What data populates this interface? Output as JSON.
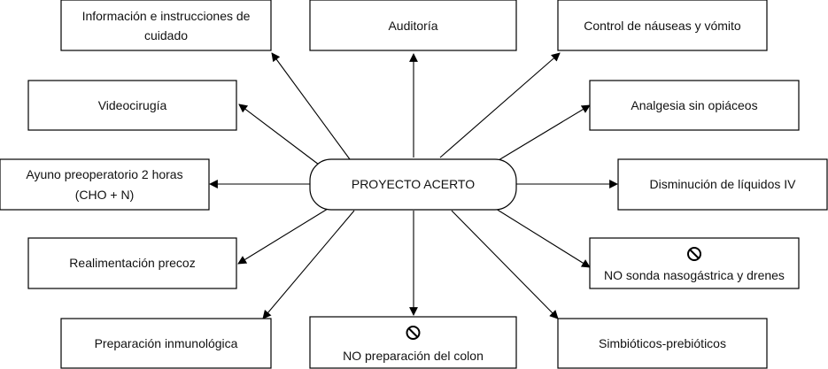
{
  "center": {
    "label": "PROYECTO ACERTO"
  },
  "nodes": {
    "info_care": {
      "line1": "Información e instrucciones de",
      "line2": "cuidado"
    },
    "audit": {
      "label": "Auditoría"
    },
    "nausea": {
      "label": "Control de náuseas y vómito"
    },
    "video_surgery": {
      "label": "Videocirugía"
    },
    "analgesia": {
      "label": "Analgesia sin opiáceos"
    },
    "fasting": {
      "line1": "Ayuno preoperatorio 2 horas",
      "line2": "(CHO + N)"
    },
    "iv_fluids": {
      "label": "Disminución de líquidos IV"
    },
    "early_feeding": {
      "label": "Realimentación precoz"
    },
    "no_tube": {
      "label": "NO sonda nasogástrica y drenes",
      "icon": "prohibited-icon"
    },
    "immuno": {
      "label": "Preparación inmunológica"
    },
    "no_colon": {
      "label": "NO preparación del colon",
      "icon": "prohibited-icon"
    },
    "symbiotics": {
      "label": "Simbióticos-prebióticos"
    }
  }
}
